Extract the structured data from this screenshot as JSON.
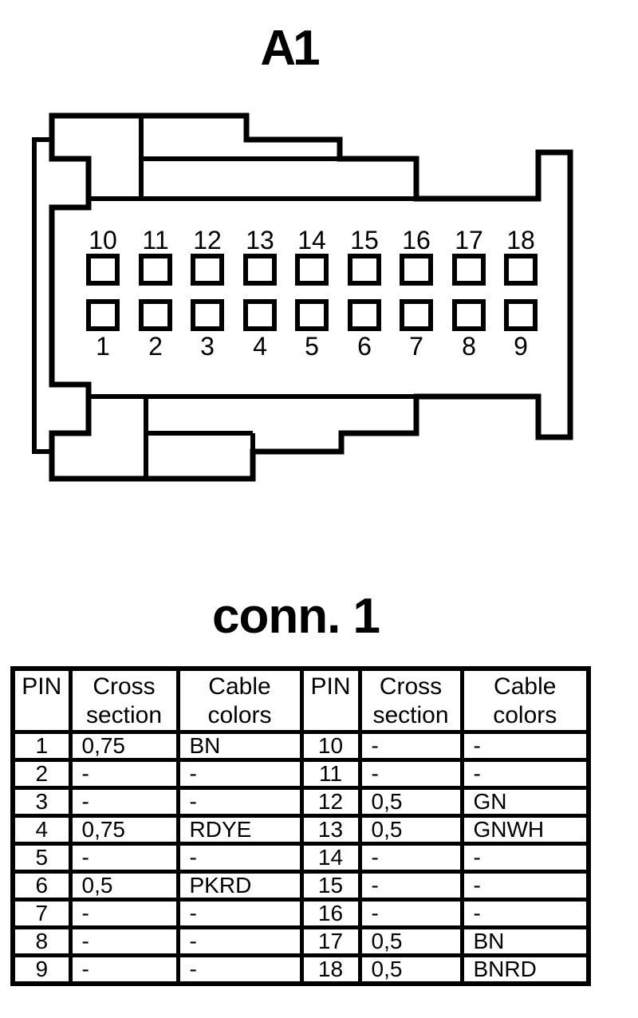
{
  "page": {
    "paper_color": "#ffffff",
    "ink_color": "#000000"
  },
  "connector": {
    "title": "A1",
    "pins_top": [
      "10",
      "11",
      "12",
      "13",
      "14",
      "15",
      "16",
      "17",
      "18"
    ],
    "pins_bottom": [
      "1",
      "2",
      "3",
      "4",
      "5",
      "6",
      "7",
      "8",
      "9"
    ]
  },
  "table": {
    "title": "conn. 1",
    "headers": {
      "pin": "PIN",
      "cross_section": "Cross section",
      "cable_colors": "Cable colors"
    },
    "rows": [
      {
        "pin": "1",
        "cross": "0,75",
        "color": "BN",
        "pin2": "10",
        "cross2": "-",
        "color2": "-"
      },
      {
        "pin": "2",
        "cross": "-",
        "color": "-",
        "pin2": "11",
        "cross2": "-",
        "color2": "-"
      },
      {
        "pin": "3",
        "cross": "-",
        "color": "-",
        "pin2": "12",
        "cross2": "0,5",
        "color2": "GN"
      },
      {
        "pin": "4",
        "cross": "0,75",
        "color": "RDYE",
        "pin2": "13",
        "cross2": "0,5",
        "color2": "GNWH"
      },
      {
        "pin": "5",
        "cross": "-",
        "color": "-",
        "pin2": "14",
        "cross2": "-",
        "color2": "-"
      },
      {
        "pin": "6",
        "cross": "0,5",
        "color": "PKRD",
        "pin2": "15",
        "cross2": "-",
        "color2": "-"
      },
      {
        "pin": "7",
        "cross": "-",
        "color": "-",
        "pin2": "16",
        "cross2": "-",
        "color2": "-"
      },
      {
        "pin": "8",
        "cross": "-",
        "color": "-",
        "pin2": "17",
        "cross2": "0,5",
        "color2": "BN"
      },
      {
        "pin": "9",
        "cross": "-",
        "color": "-",
        "pin2": "18",
        "cross2": "0,5",
        "color2": "BNRD"
      }
    ]
  }
}
